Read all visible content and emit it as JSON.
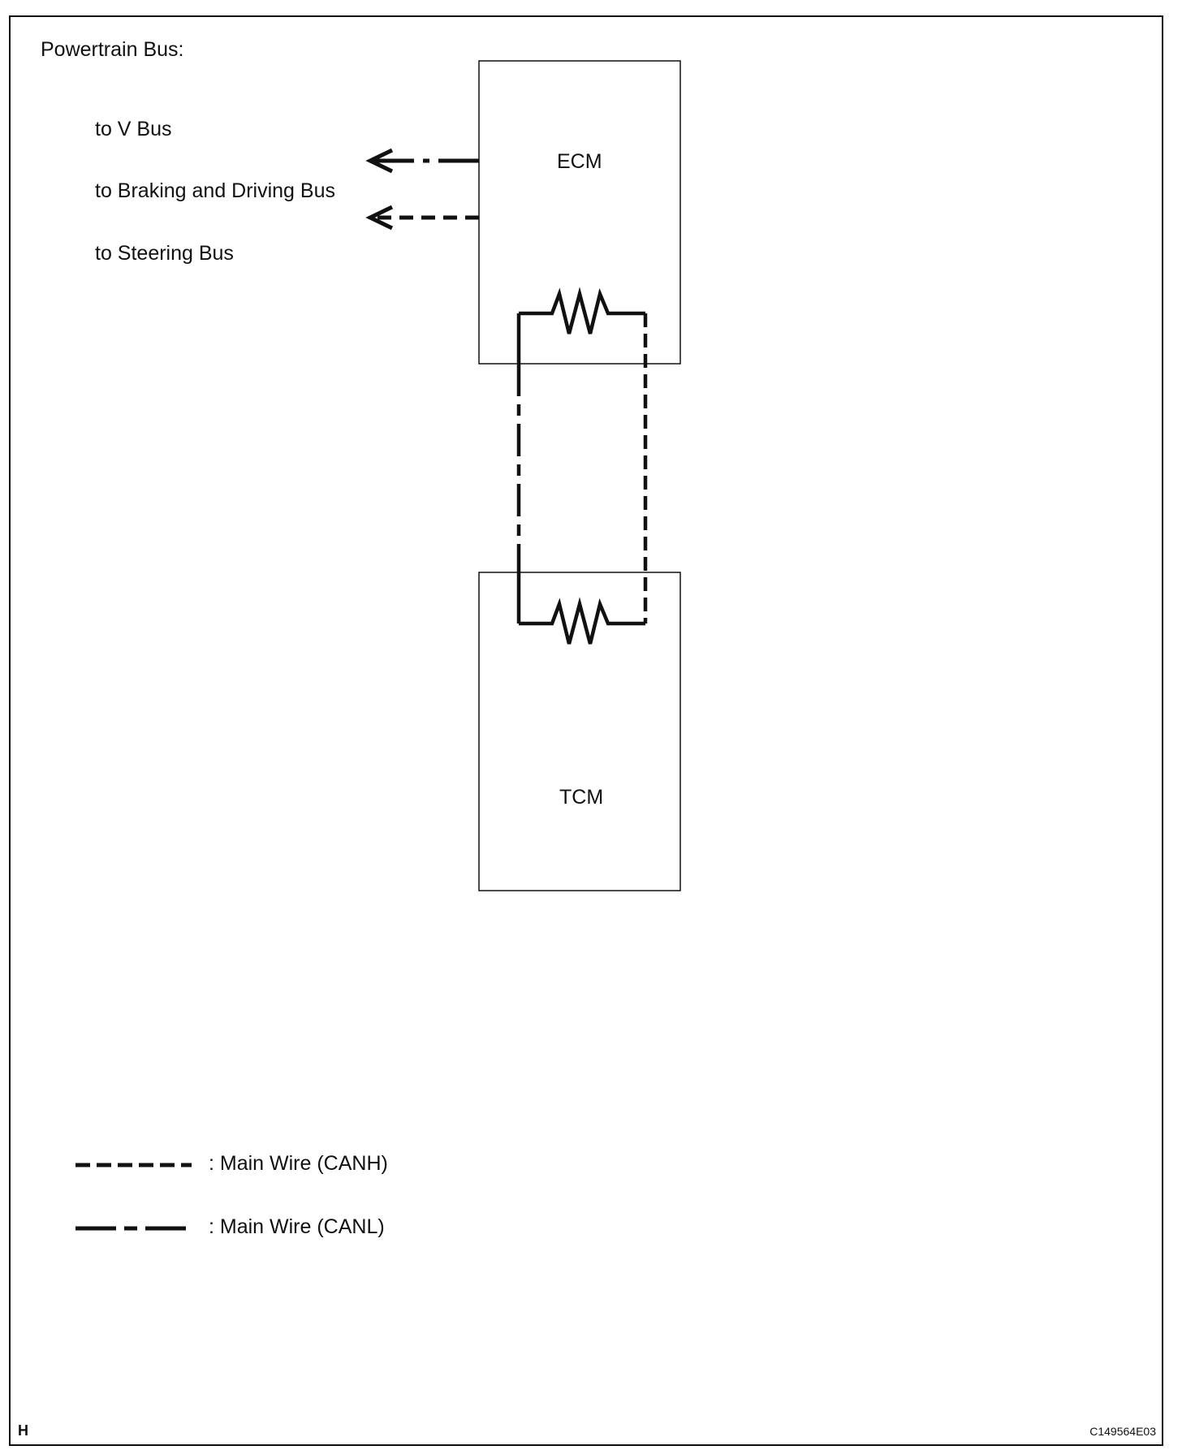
{
  "title": "Powertrain Bus:",
  "outputs": [
    {
      "label": "to V Bus"
    },
    {
      "label": "to Braking and Driving Bus"
    },
    {
      "label": "to Steering Bus"
    }
  ],
  "modules": {
    "ecm": {
      "label": "ECM"
    },
    "tcm": {
      "label": "TCM"
    }
  },
  "legend": [
    {
      "label": ": Main Wire (CANH)",
      "line_style": "dashed"
    },
    {
      "label": ": Main Wire (CANL)",
      "line_style": "dash-long-short"
    }
  ],
  "corner_code": "H",
  "figure_id": "C149564E03",
  "colors": {
    "line": "#111111",
    "background": "#ffffff"
  }
}
